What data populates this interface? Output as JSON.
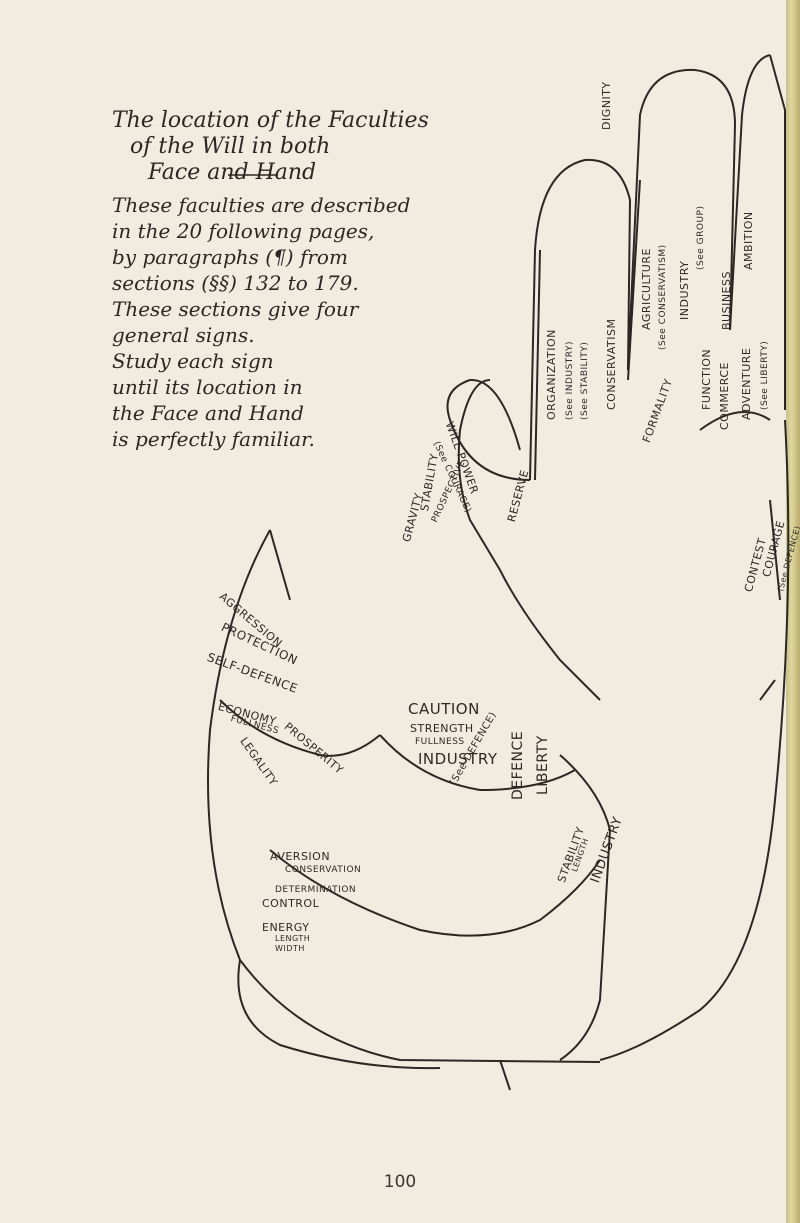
{
  "page": {
    "title_lines": [
      "The location of the Faculties",
      "of the Will in both",
      "Face and Hand"
    ],
    "body_lines": [
      "These faculties are described",
      "in the 20 following pages,",
      "by paragraphs (¶) from",
      "sections (§§) 132 to 179.",
      "These sections give four",
      "general signs.",
      "Study each sign",
      "until its location in",
      "the Face and Hand",
      "is perfectly familiar."
    ],
    "page_number": "100"
  },
  "hand_labels": {
    "thumb": [
      "LIBERTY",
      "DEFENCE",
      "INDUSTRY",
      "STABILITY",
      "LENGTH",
      "(See DEFENCE)"
    ],
    "index_finger": [
      "DIGNITY",
      "ORGANIZATION",
      "(See INDUSTRY)",
      "(See STABILITY)"
    ],
    "middle_finger": [
      "AGRICULTURE",
      "(See CONSERVATISM)",
      "CONSERVATISM"
    ],
    "ring_finger": [
      "INDUSTRY",
      "(See GROUP)",
      "FUNCTION",
      "FORMALITY"
    ],
    "little_finger": [
      "AMBITION",
      "BUSINESS",
      "COMMERCE",
      "ADVENTURE",
      "(See LIBERTY)"
    ],
    "lower_palm": [
      "STABILITY",
      "WILL-POWER",
      "(See COURAGE)",
      "PROSPECTIVE",
      "GRAVITY",
      "RESERVE"
    ],
    "right_edge": [
      "CONTEST",
      "COURAGE",
      "(See DEFENCE)"
    ],
    "palm_centre": [
      "CAUTION",
      "STRENGTH",
      "FULLNESS",
      "INDUSTRY"
    ],
    "left_palm": [
      "AGGRESSION",
      "PROTECTION",
      "SELF-DEFENCE",
      "ECONOMY",
      "FULLNESS",
      "PROSPERITY",
      "LEGALITY"
    ],
    "wrist": [
      "AVERSION",
      "CONSERVATION",
      "DETERMINATION",
      "CONTROL",
      "ENERGY",
      "LENGTH",
      "WIDTH"
    ]
  },
  "colors": {
    "paper": "#f1ece0",
    "ink": "#2b2824",
    "edge": "#d8cf95"
  }
}
